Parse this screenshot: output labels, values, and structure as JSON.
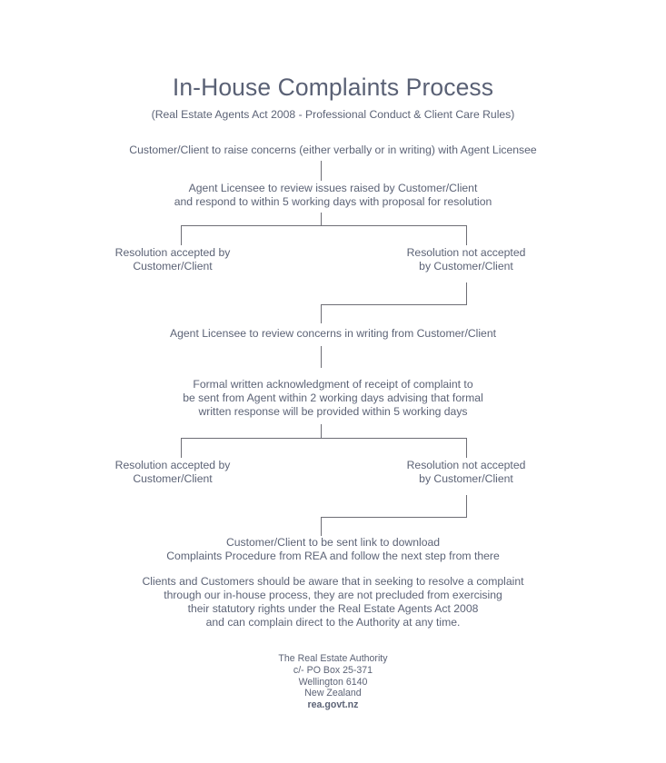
{
  "document": {
    "title": "In-House Complaints Process",
    "subtitle": "(Real Estate Agents Act 2008 - Professional Conduct & Client Care Rules)"
  },
  "colors": {
    "text": "#5c6376",
    "title": "#5a6175",
    "connector": "#6e6e75",
    "background": "#ffffff"
  },
  "flow": {
    "step1": "Customer/Client to raise concerns (either verbally or in writing) with Agent Licensee",
    "step2": "Agent Licensee to review issues raised by Customer/Client\nand respond to within 5 working days with proposal for resolution",
    "branch1_left": "Resolution accepted by\nCustomer/Client",
    "branch1_right": "Resolution not accepted\nby Customer/Client",
    "step3": "Agent Licensee to review concerns in writing from Customer/Client",
    "step4": "Formal written acknowledgment of receipt of complaint to\nbe sent from Agent within 2 working days advising that formal\nwritten response will be provided within 5 working days",
    "branch2_left": "Resolution accepted by\nCustomer/Client",
    "branch2_right": "Resolution not accepted\nby Customer/Client",
    "step5": "Customer/Client to be sent link to download\nComplaints Procedure from REA and follow the next step from there",
    "disclaimer": "Clients and Customers should be aware that in seeking to resolve a complaint\nthrough our in-house process, they are not precluded from exercising\ntheir statutory rights under the Real Estate Agents Act 2008\nand can complain direct to the Authority at any time."
  },
  "footer": {
    "organisation": "The Real Estate Authority",
    "po_box": "c/- PO Box 25-371",
    "city": "Wellington 6140",
    "country": "New Zealand",
    "website": "rea.govt.nz"
  }
}
